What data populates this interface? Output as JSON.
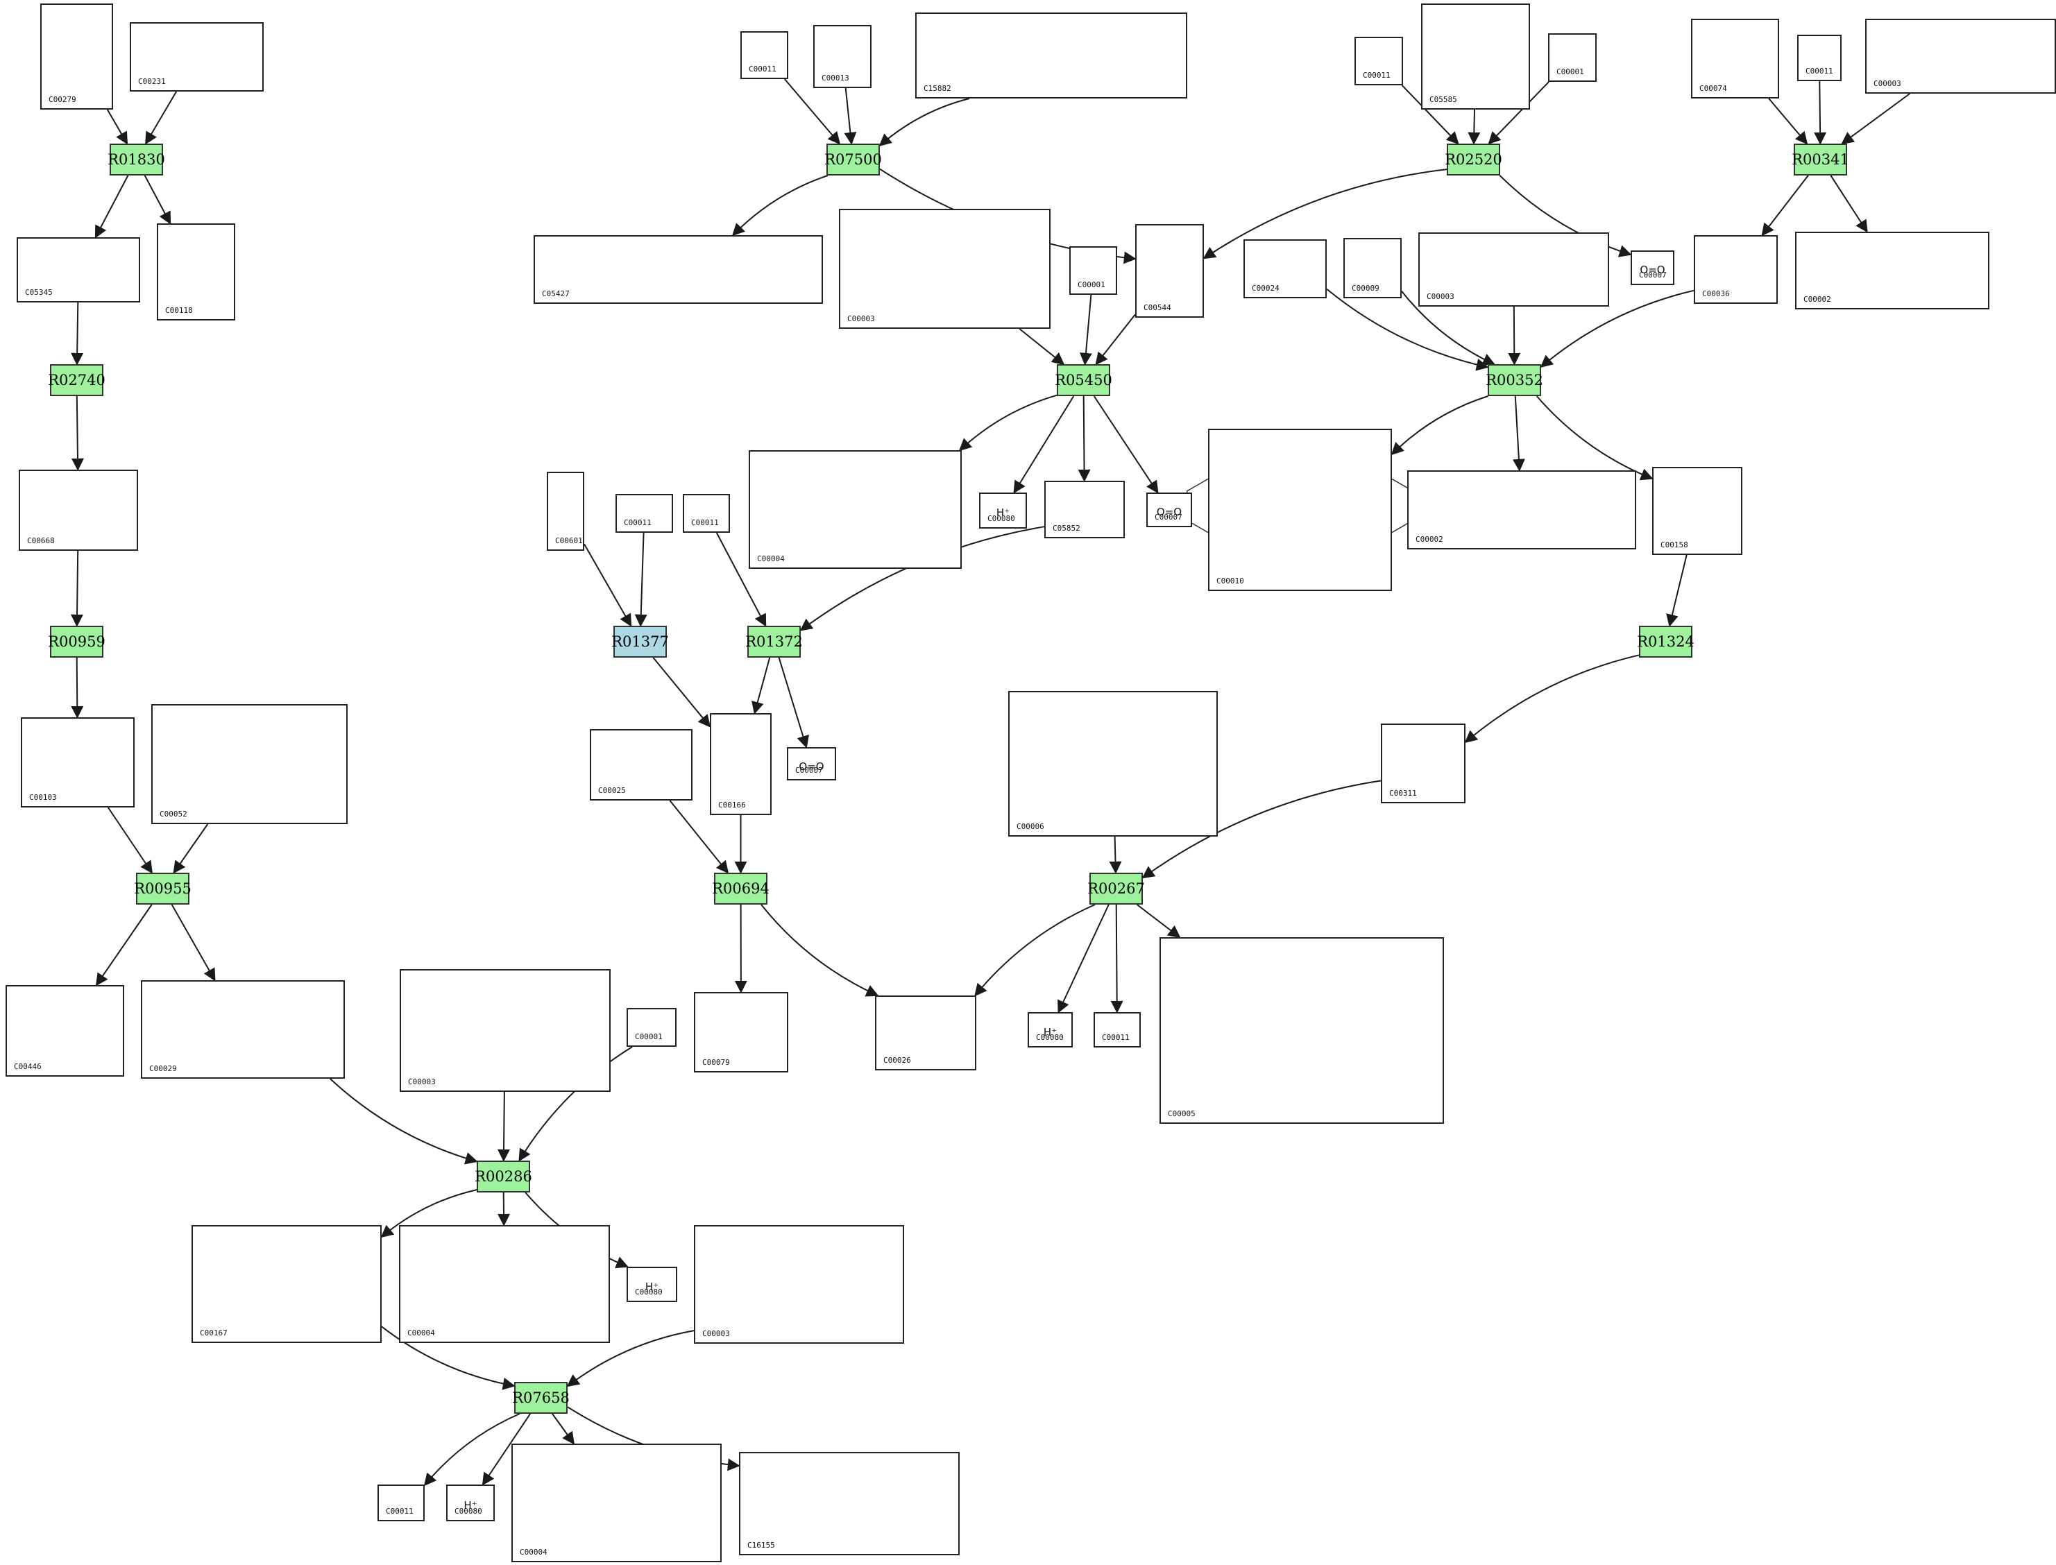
{
  "colors": {
    "reaction": "#9ef29e",
    "reaction_alt": "#add8e6",
    "edge": "#1a1a1a",
    "box_border": "#222222"
  },
  "reactions": [
    {
      "id": "R01830",
      "label": "R01830"
    },
    {
      "id": "R07500",
      "label": "R07500"
    },
    {
      "id": "R02520",
      "label": "R02520"
    },
    {
      "id": "R00341",
      "label": "R00341"
    },
    {
      "id": "R02740",
      "label": "R02740"
    },
    {
      "id": "R05450",
      "label": "R05450"
    },
    {
      "id": "R00352",
      "label": "R00352"
    },
    {
      "id": "R00959",
      "label": "R00959"
    },
    {
      "id": "R01377",
      "label": "R01377"
    },
    {
      "id": "R01372",
      "label": "R01372"
    },
    {
      "id": "R01324",
      "label": "R01324"
    },
    {
      "id": "R00955",
      "label": "R00955"
    },
    {
      "id": "R00694",
      "label": "R00694"
    },
    {
      "id": "R00267",
      "label": "R00267"
    },
    {
      "id": "R00286",
      "label": "R00286"
    },
    {
      "id": "R07658",
      "label": "R07658"
    }
  ],
  "compounds": [
    {
      "key": "c00279_a",
      "id": "C00279"
    },
    {
      "key": "c00231_a",
      "id": "C00231"
    },
    {
      "key": "c05345_a",
      "id": "C05345"
    },
    {
      "key": "c00118_a",
      "id": "C00118"
    },
    {
      "key": "c00668_a",
      "id": "C00668"
    },
    {
      "key": "c00103_a",
      "id": "C00103"
    },
    {
      "key": "c00052_a",
      "id": "C00052"
    },
    {
      "key": "c00446_a",
      "id": "C00446"
    },
    {
      "key": "c00029_a",
      "id": "C00029"
    },
    {
      "key": "c00011_a",
      "id": "C00011"
    },
    {
      "key": "c00013_a",
      "id": "C00013"
    },
    {
      "key": "c15882_a",
      "id": "C15882"
    },
    {
      "key": "c05427_a",
      "id": "C05427"
    },
    {
      "key": "c00003_a",
      "id": "C00003"
    },
    {
      "key": "c00001_a",
      "id": "C00001"
    },
    {
      "key": "c00544_a",
      "id": "C00544"
    },
    {
      "key": "c00011_b",
      "id": "C00011"
    },
    {
      "key": "c05585_a",
      "id": "C05585"
    },
    {
      "key": "c00001_b",
      "id": "C00001"
    },
    {
      "key": "c00007_a",
      "id": "C00007",
      "formula": "O=O"
    },
    {
      "key": "c00074_a",
      "id": "C00074"
    },
    {
      "key": "c00011_c",
      "id": "C00011"
    },
    {
      "key": "c00003_b",
      "id": "C00003"
    },
    {
      "key": "c00036_a",
      "id": "C00036"
    },
    {
      "key": "c00002_a",
      "id": "C00002"
    },
    {
      "key": "c00024_a",
      "id": "C00024"
    },
    {
      "key": "c00009_a",
      "id": "C00009"
    },
    {
      "key": "c00003_c",
      "id": "C00003"
    },
    {
      "key": "c00004_a",
      "id": "C00004"
    },
    {
      "key": "c00080_a",
      "id": "C00080",
      "formula": "H⁺"
    },
    {
      "key": "c05852_a",
      "id": "C05852"
    },
    {
      "key": "c00007_b",
      "id": "C00007",
      "formula": "O=O"
    },
    {
      "key": "c00010_a",
      "id": "C00010"
    },
    {
      "key": "c00002_b",
      "id": "C00002"
    },
    {
      "key": "c00158_a",
      "id": "C00158"
    },
    {
      "key": "c00601_a",
      "id": "C00601"
    },
    {
      "key": "c00011_d",
      "id": "C00011"
    },
    {
      "key": "c00011_e",
      "id": "C00011"
    },
    {
      "key": "c00166_a",
      "id": "C00166"
    },
    {
      "key": "c00007_c",
      "id": "C00007",
      "formula": "O=O"
    },
    {
      "key": "c00025_a",
      "id": "C00025"
    },
    {
      "key": "c00006_a",
      "id": "C00006"
    },
    {
      "key": "c00311_a",
      "id": "C00311"
    },
    {
      "key": "c00079_a",
      "id": "C00079"
    },
    {
      "key": "c00026_a",
      "id": "C00026"
    },
    {
      "key": "c00080_b",
      "id": "C00080",
      "formula": "H⁺"
    },
    {
      "key": "c00011_f",
      "id": "C00011"
    },
    {
      "key": "c00005_a",
      "id": "C00005"
    },
    {
      "key": "c00003_d",
      "id": "C00003"
    },
    {
      "key": "c00001_c",
      "id": "C00001"
    },
    {
      "key": "c00167_a",
      "id": "C00167"
    },
    {
      "key": "c00004_b",
      "id": "C00004"
    },
    {
      "key": "c00080_c",
      "id": "C00080",
      "formula": "H⁺"
    },
    {
      "key": "c00003_e",
      "id": "C00003"
    },
    {
      "key": "c00011_g",
      "id": "C00011"
    },
    {
      "key": "c00080_d",
      "id": "C00080",
      "formula": "H⁺"
    },
    {
      "key": "c00004_c",
      "id": "C00004"
    },
    {
      "key": "c16155_a",
      "id": "C16155"
    }
  ]
}
